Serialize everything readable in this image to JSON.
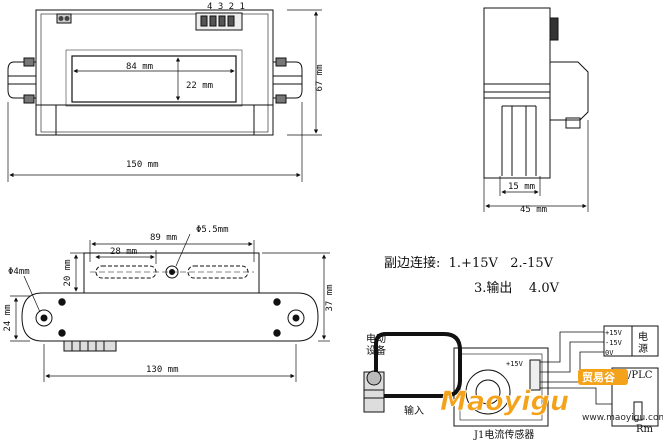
{
  "top_view": {
    "pin_numbers": "4 3 2 1",
    "window_width": "84 mm",
    "window_height": "22 mm",
    "total_height": "67 mm",
    "total_width": "150 mm"
  },
  "side_view": {
    "inner_width": "15 mm",
    "total_width": "45 mm"
  },
  "bottom_view": {
    "hole_diameter": "Φ5.5mm",
    "slot_span": "89 mm",
    "slot_length": "28 mm",
    "pin_diameter": "Φ4mm",
    "slot_height": "20 mm",
    "base_height": "24 mm",
    "total_height": "37 mm",
    "base_length": "130 mm"
  },
  "connection": {
    "line1": "副边连接:  1.+15V   2.-15V",
    "line2": "3.输出    4.0V"
  },
  "wiring": {
    "equipment_label_1": "电动",
    "equipment_label_2": "设备",
    "input_label": "输入",
    "power_label_1": "电",
    "power_label_2": "源",
    "pin_p15": "+15V",
    "pin_m15": "-15V",
    "pin_0v": "0V",
    "plc_label": "/PLC",
    "rm_label": "Rm",
    "sensor_p15": "+15V",
    "sensor_name": "J1电流传感器"
  },
  "watermark": {
    "brand": "Maoyigu",
    "cn": "贸易谷",
    "url": "www.maoyigu.com"
  },
  "colors": {
    "line": "#111111",
    "watermark_orange": "#f3a21a",
    "watermark_dark": "#2b2b2b"
  }
}
